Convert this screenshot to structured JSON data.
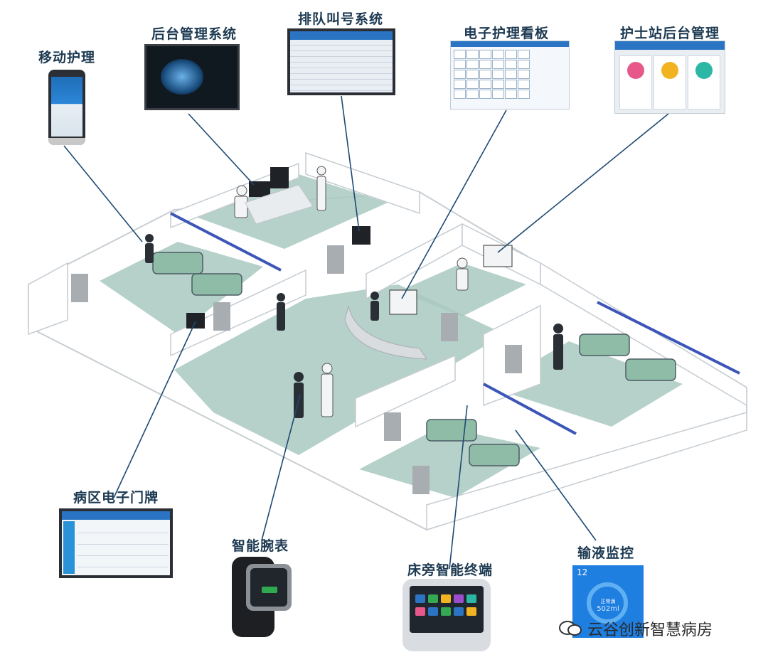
{
  "labels": {
    "mobile_nursing": "移动护理",
    "backend_system": "后台管理系统",
    "queue_system": "排队叫号系统",
    "nursing_board": "电子护理看板",
    "nurse_station_admin": "护士站后台管理",
    "ward_doorplate": "病区电子门牌",
    "smart_watch": "智能腕表",
    "bedside_terminal": "床旁智能终端",
    "infusion_monitor": "输液监控"
  },
  "infusion_screen": {
    "number": "12",
    "status": "正常滴",
    "volume": "502ml"
  },
  "watermark": "云谷创新智慧病房",
  "colors": {
    "label_text": "#1d3a52",
    "floor": "#a9c9bf",
    "accent_blue": "#2a74c3",
    "iv_blue": "#1f7fe0"
  }
}
